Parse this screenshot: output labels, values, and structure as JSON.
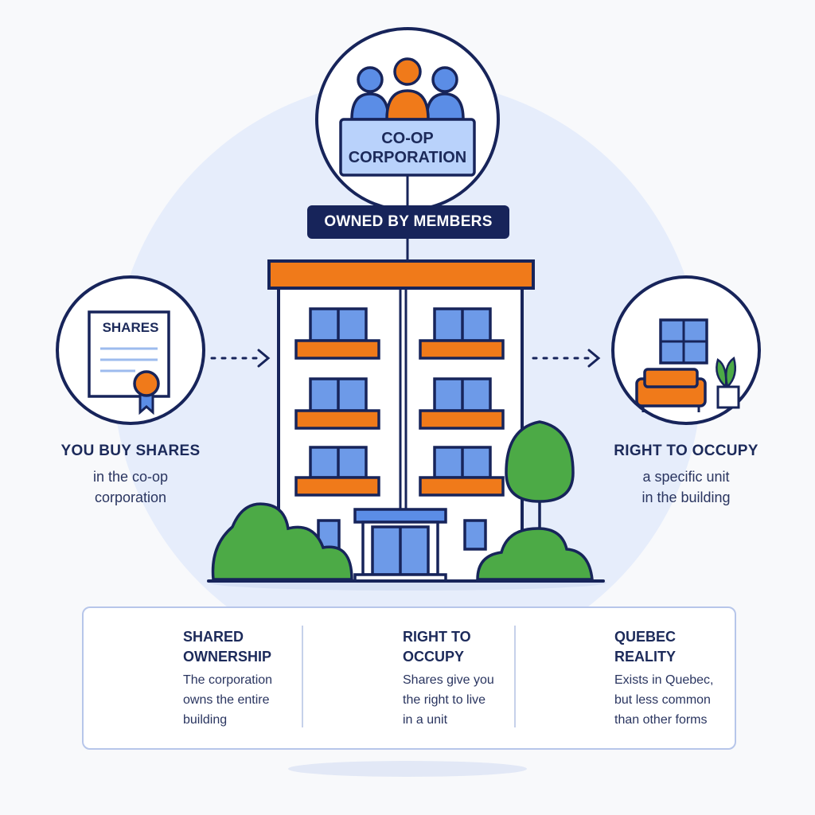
{
  "header": {
    "coop_line1": "CO-OP",
    "coop_line2": "CORPORATION",
    "owned_label": "OWNED BY MEMBERS"
  },
  "left": {
    "doc_label": "SHARES",
    "title": "YOU BUY SHARES",
    "line1": "in the co-op",
    "line2": "corporation"
  },
  "right": {
    "title": "RIGHT TO OCCUPY",
    "line1": "a specific unit",
    "line2": "in the building"
  },
  "panel": {
    "items": [
      {
        "title1": "SHARED",
        "title2": "OWNERSHIP",
        "desc1": "The corporation",
        "desc2": "owns the entire",
        "desc3": "building"
      },
      {
        "title1": "RIGHT TO",
        "title2": "OCCUPY",
        "desc1": "Shares give you",
        "desc2": "the right to live",
        "desc3": "in a unit"
      },
      {
        "title1": "QUEBEC",
        "title2": "REALITY",
        "desc1": "Exists in Quebec,",
        "desc2": "but less common",
        "desc3": "than other forms"
      }
    ]
  },
  "colors": {
    "navy": "#17245a",
    "orange": "#f07a1a",
    "blue": "#5b8de6",
    "light_blue": "#dfe8fb",
    "green": "#4caa46"
  }
}
